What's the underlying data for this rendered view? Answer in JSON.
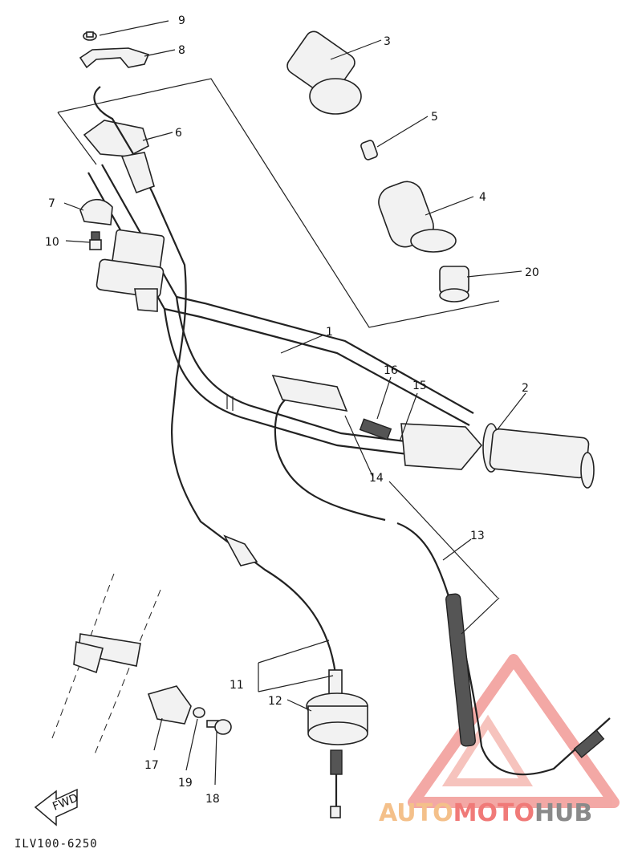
{
  "diagram": {
    "callouts": [
      "1",
      "2",
      "3",
      "4",
      "5",
      "6",
      "7",
      "8",
      "9",
      "10",
      "11",
      "12",
      "13",
      "14",
      "15",
      "16",
      "17",
      "18",
      "19",
      "20"
    ],
    "fwd_label": "FWD",
    "doc_code": "ILV100-6250"
  },
  "watermark": {
    "part_a": "AUTO",
    "part_b": "MOTO",
    "part_c": "HUB",
    "colors": {
      "auto": "#f4c08a",
      "moto": "#f07a78",
      "hub": "#8a8a8a"
    }
  }
}
